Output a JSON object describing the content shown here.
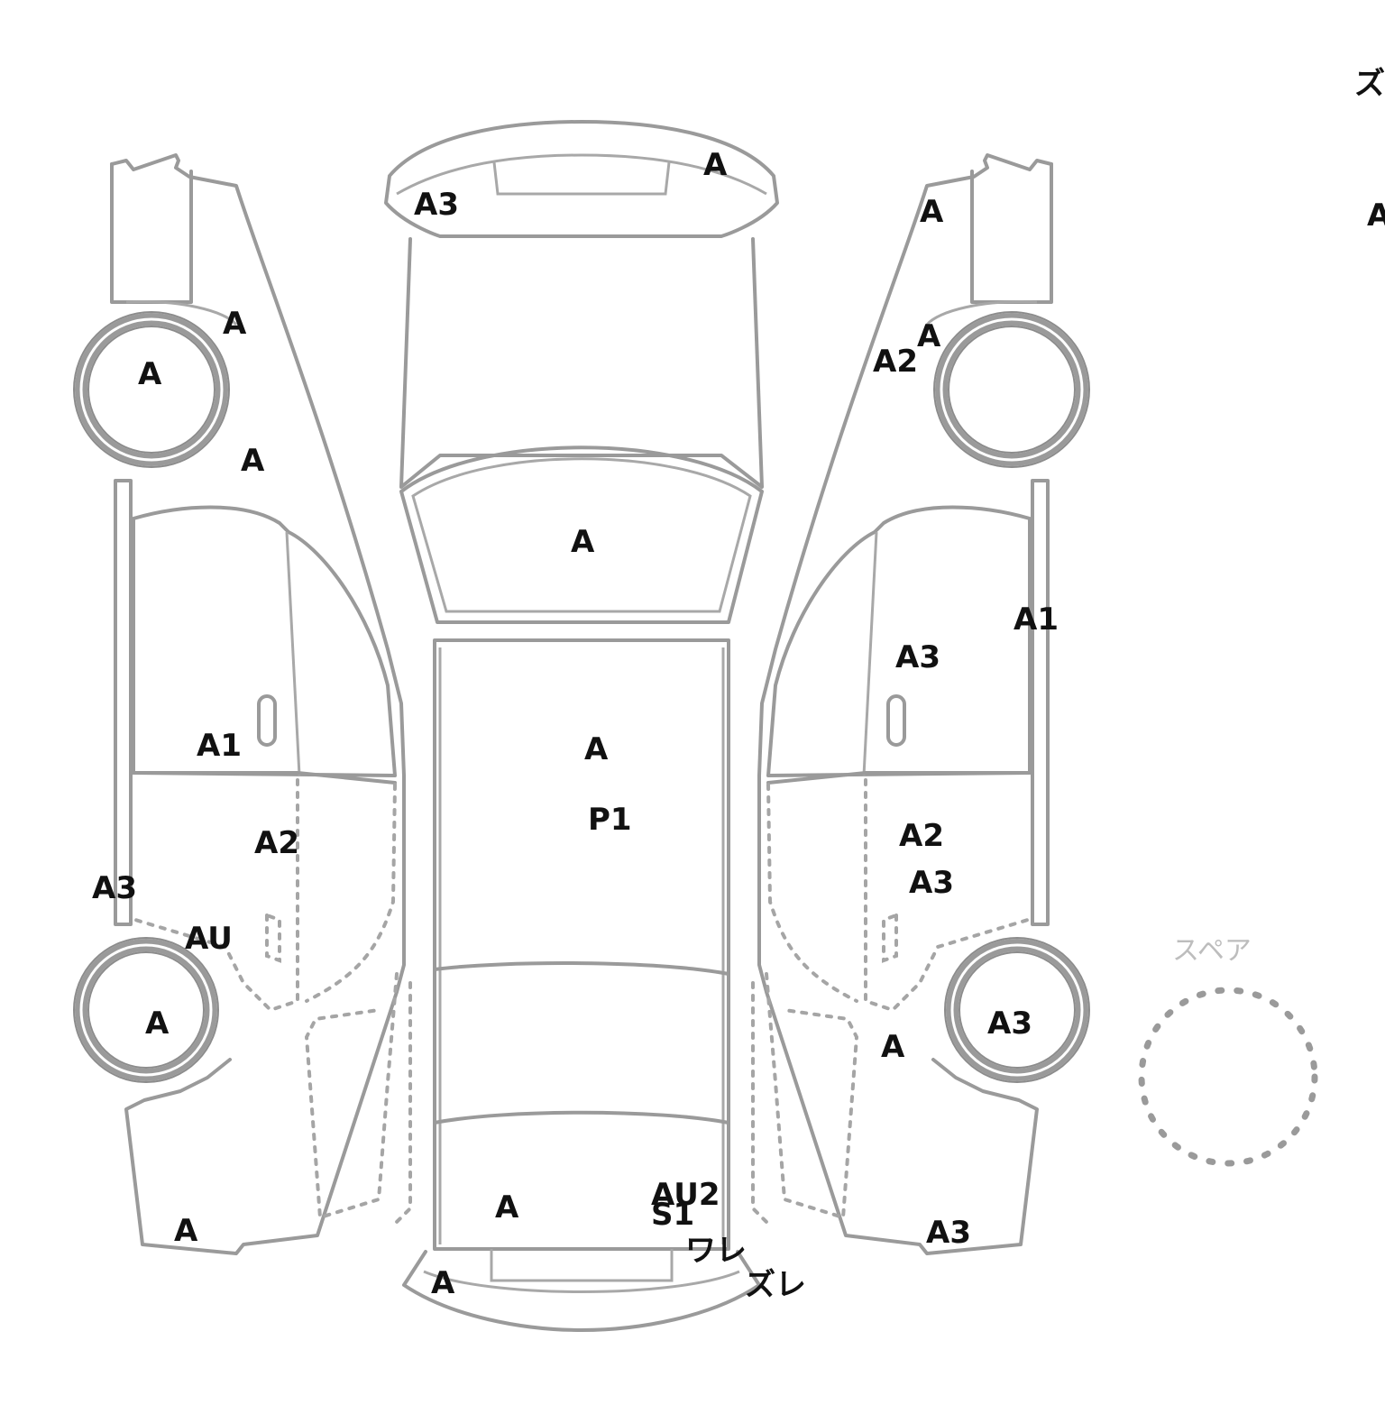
{
  "spare_label": "スペア",
  "marks": {
    "top_right_edge_1": "ズ",
    "top_right_edge_2": "A",
    "front_bumper_right": "A",
    "front_bumper_left": "A3",
    "hood": "A",
    "roof_area": "A",
    "roof_code": "P1",
    "trunk": "A",
    "rear_bumper": "A",
    "rear_au2": "AU2",
    "rear_s1": "S1",
    "rear_ware": "ワレ",
    "rear_zure": "ズレ",
    "left_fender_top": "A",
    "left_front_wheel": "A",
    "left_fender_lower": "A",
    "left_front_door": "A1",
    "left_rear_door": "A2",
    "left_sill": "A3",
    "left_rear_quarter": "AU",
    "left_rear_wheel": "A",
    "left_rear_bumper": "A",
    "right_fender_top": "A",
    "right_fender_a": "A",
    "right_fender_a2": "A2",
    "right_pillar": "A1",
    "right_front_door": "A3",
    "right_rear_door": "A2",
    "right_rear_door_2": "A3",
    "right_rear_quarter": "A",
    "right_rear_wheel": "A3",
    "right_rear_bumper": "A3"
  }
}
